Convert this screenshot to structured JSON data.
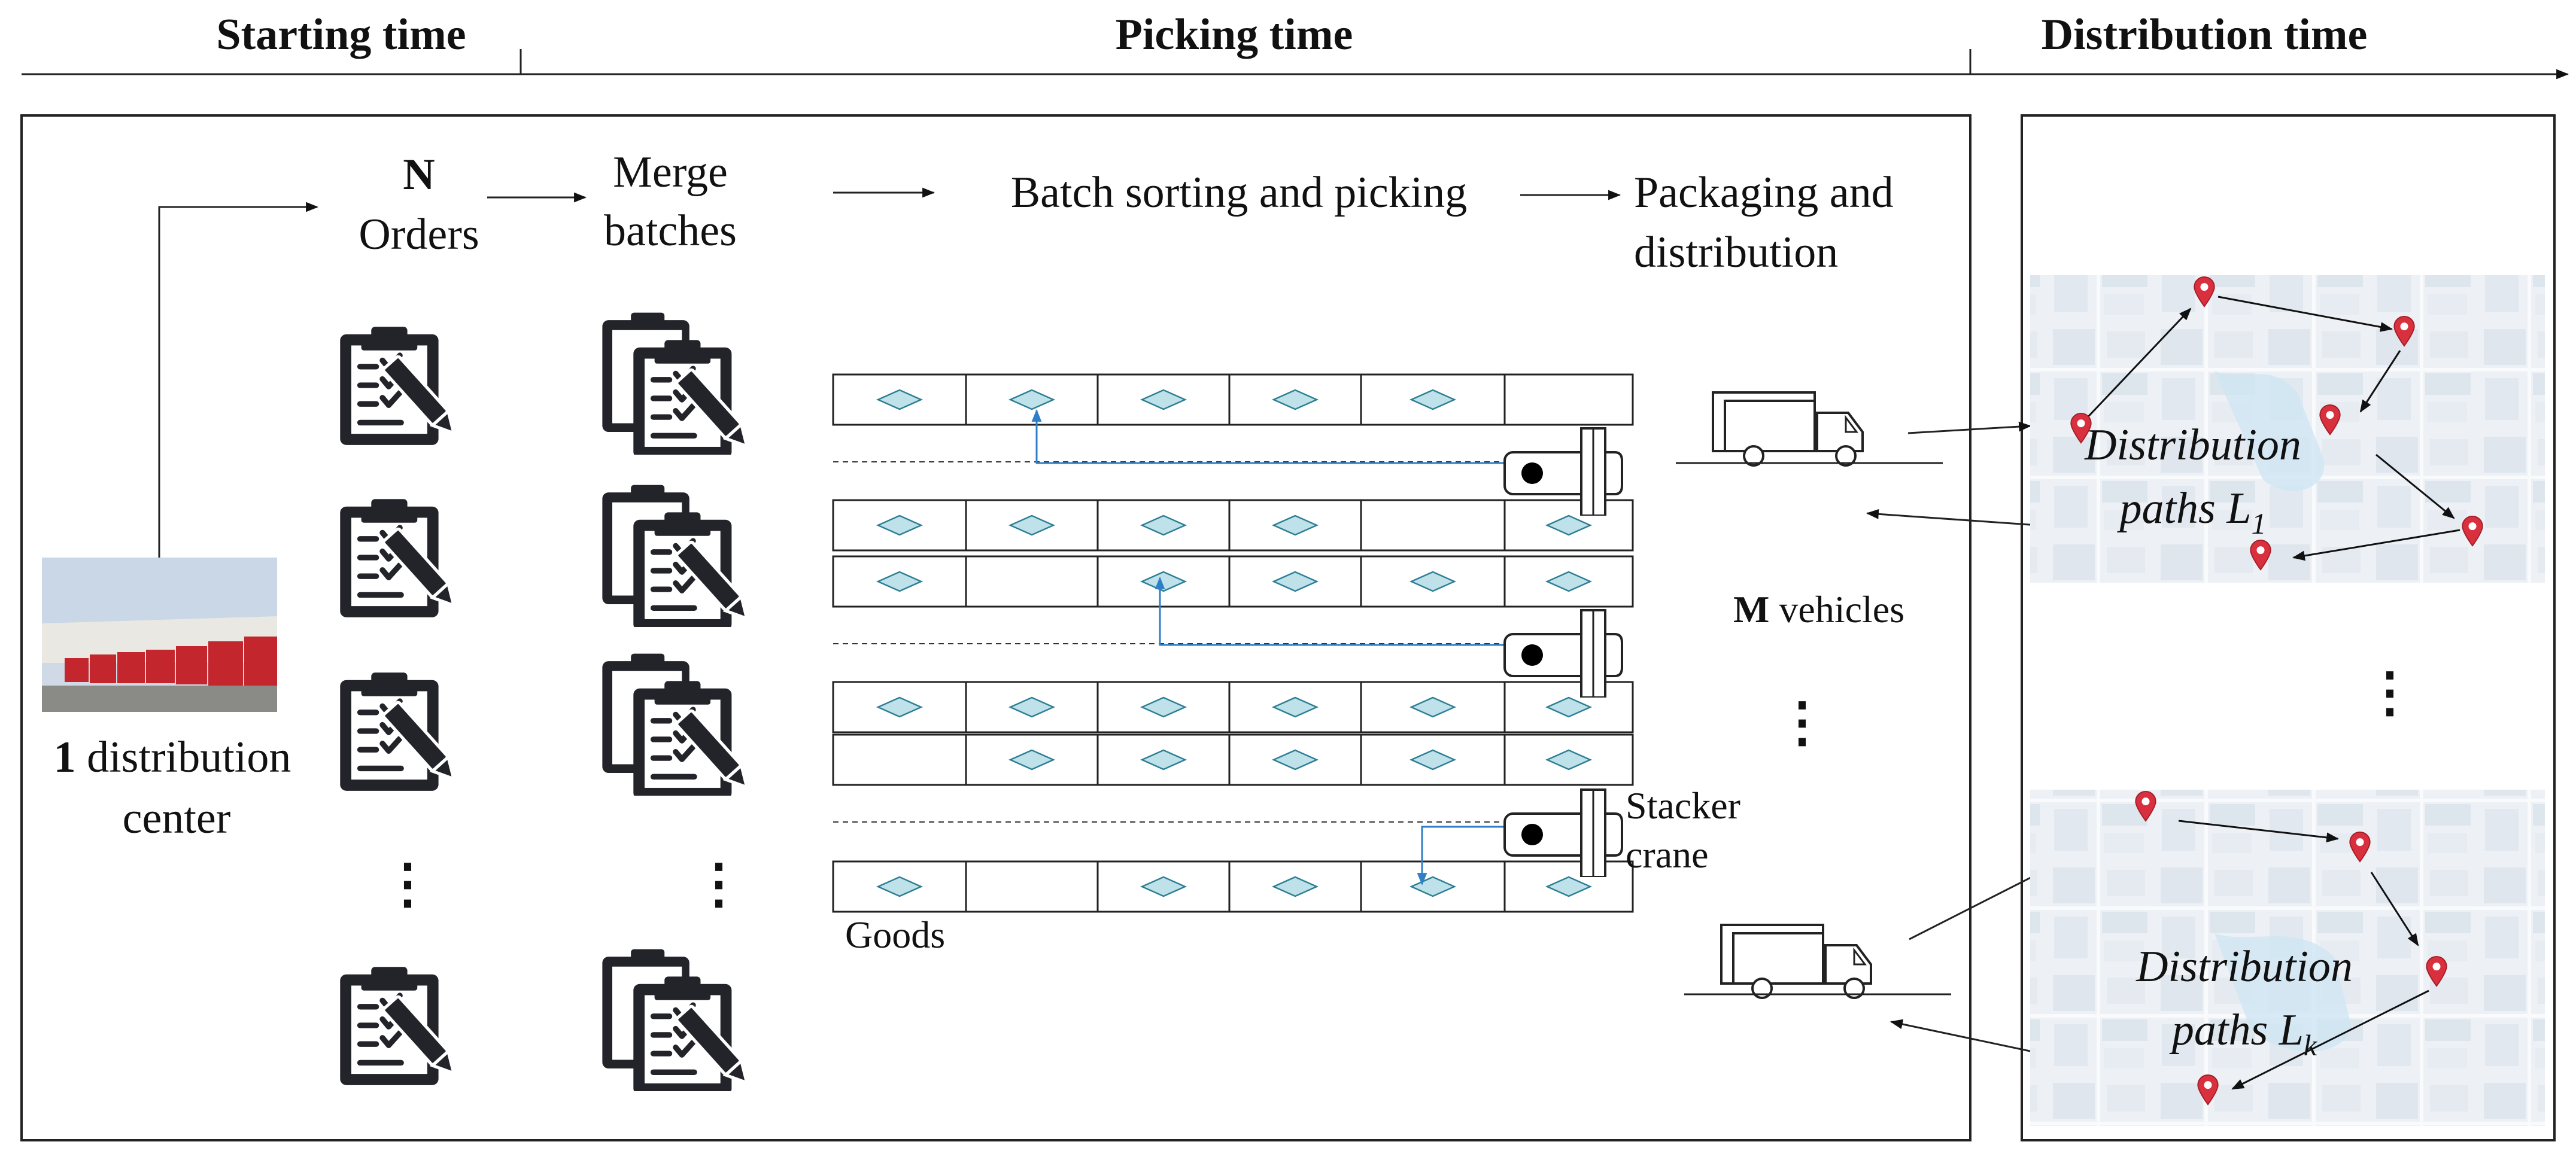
{
  "timeline": {
    "starting_time": "Starting time",
    "picking_time": "Picking time",
    "distribution_time": "Distribution time"
  },
  "flow": {
    "orders_n": "N",
    "orders_word": "Orders",
    "merge_line1": "Merge",
    "merge_line2": "batches",
    "batch_sorting": "Batch sorting and picking",
    "packaging_line1": "Packaging and",
    "packaging_line2": "distribution"
  },
  "distribution_center": {
    "count": "1",
    "word": "distribution",
    "line2": "center",
    "photo": "distribution-center-photo"
  },
  "warehouse": {
    "goods_label": "Goods",
    "stacker_line1": "Stacker",
    "stacker_line2": "crane"
  },
  "vehicles": {
    "m": "M",
    "word": "vehicles"
  },
  "maps": {
    "path1_line1": "Distribution",
    "path1_line2_prefix": "paths ",
    "path1_var": "L",
    "path1_sub": "1",
    "pathk_line1": "Distribution",
    "pathk_line2_prefix": "paths  ",
    "pathk_var": "L",
    "pathk_sub": "k"
  },
  "ellipsis": "⋮",
  "colors": {
    "goods_fill": "#bfe2ea",
    "goods_stroke": "#2e7f94",
    "crane_path": "#2f7fc8",
    "pin": "#d9303e",
    "map_bg": "#e9eef3"
  },
  "icons": [
    "clipboard-checklist-icon",
    "stacked-documents-icon",
    "truck-icon",
    "map-pin-icon"
  ]
}
